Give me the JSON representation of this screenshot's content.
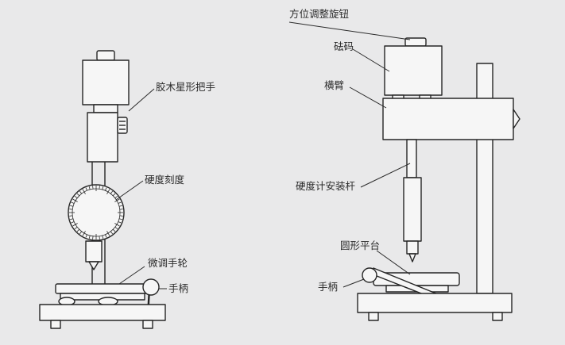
{
  "left_device": {
    "labels": {
      "star_handle": "胶木星形把手",
      "hardness_scale": "硬度刻度",
      "fine_wheel": "微调手轮",
      "handle": "手柄"
    }
  },
  "right_device": {
    "labels": {
      "orientation_knob": "方位调整旋钮",
      "weight": "砝码",
      "crossarm": "横臂",
      "mount_rod": "硬度计安装杆",
      "round_platform": "圆形平台",
      "handle": "手柄"
    }
  }
}
